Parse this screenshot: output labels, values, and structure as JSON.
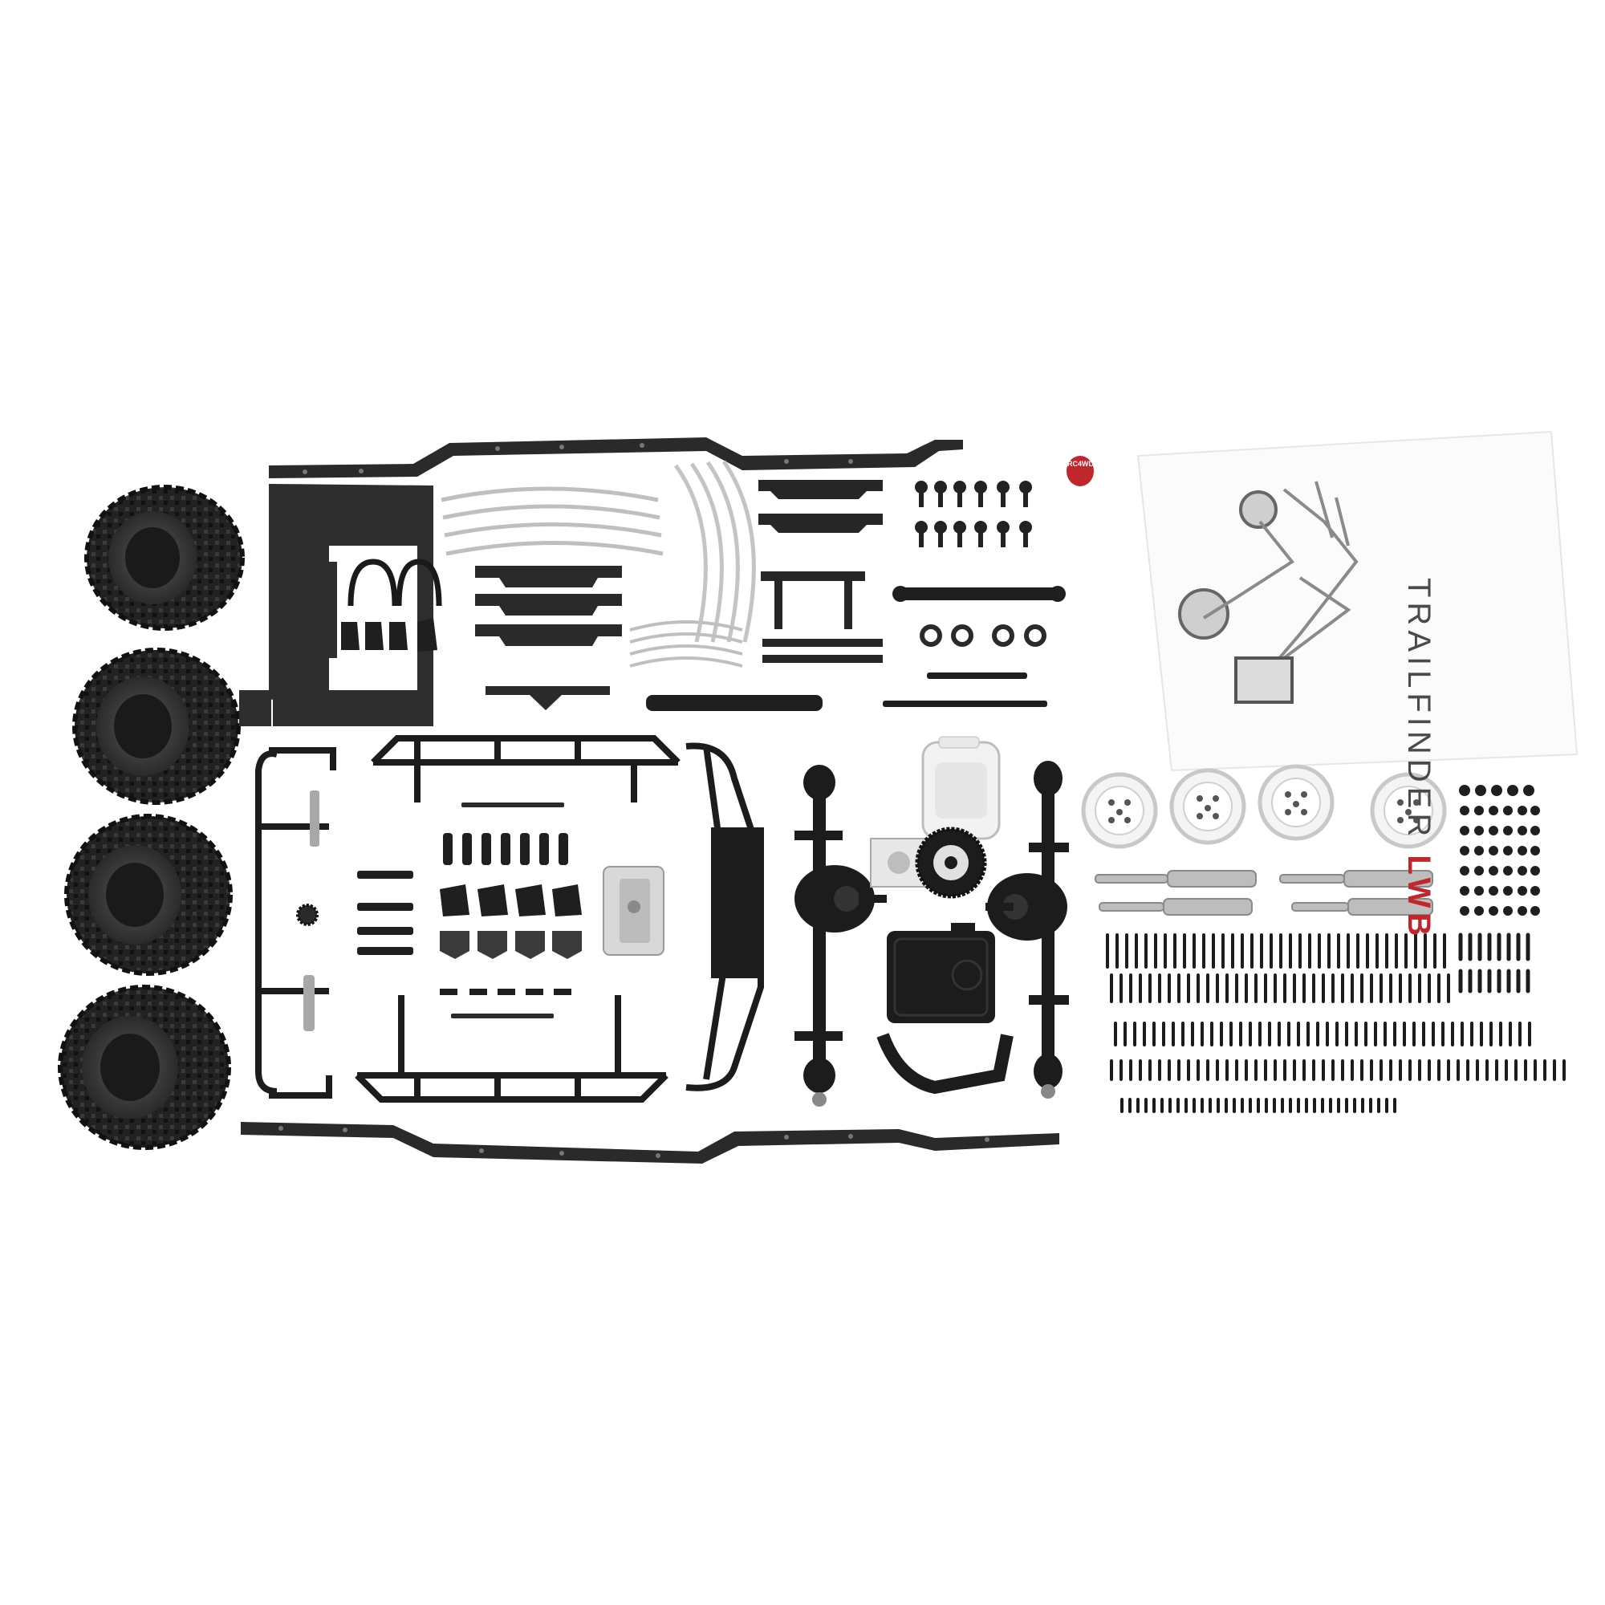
{
  "photo": {
    "subject": "scale crawler chassis kit parts layout",
    "background_color": "#ffffff",
    "parts_color": "#1b1b1b",
    "metal_color": "#c9c9c9",
    "accent_color": "#c0262b"
  },
  "manual": {
    "title_main": "TRAILFINDER",
    "title_accent": "LWB",
    "logo_text": "RC4WD"
  }
}
